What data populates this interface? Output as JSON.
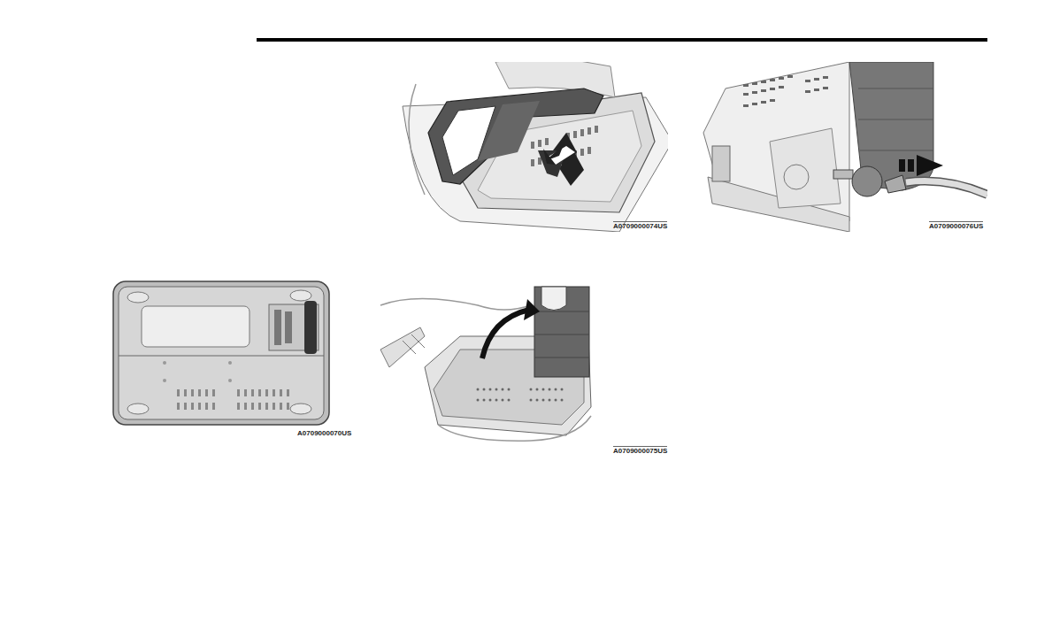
{
  "diagram": {
    "labels": [
      "A0709000074US",
      "A0709000076US",
      "A0709000070US",
      "A0709000075US"
    ]
  }
}
